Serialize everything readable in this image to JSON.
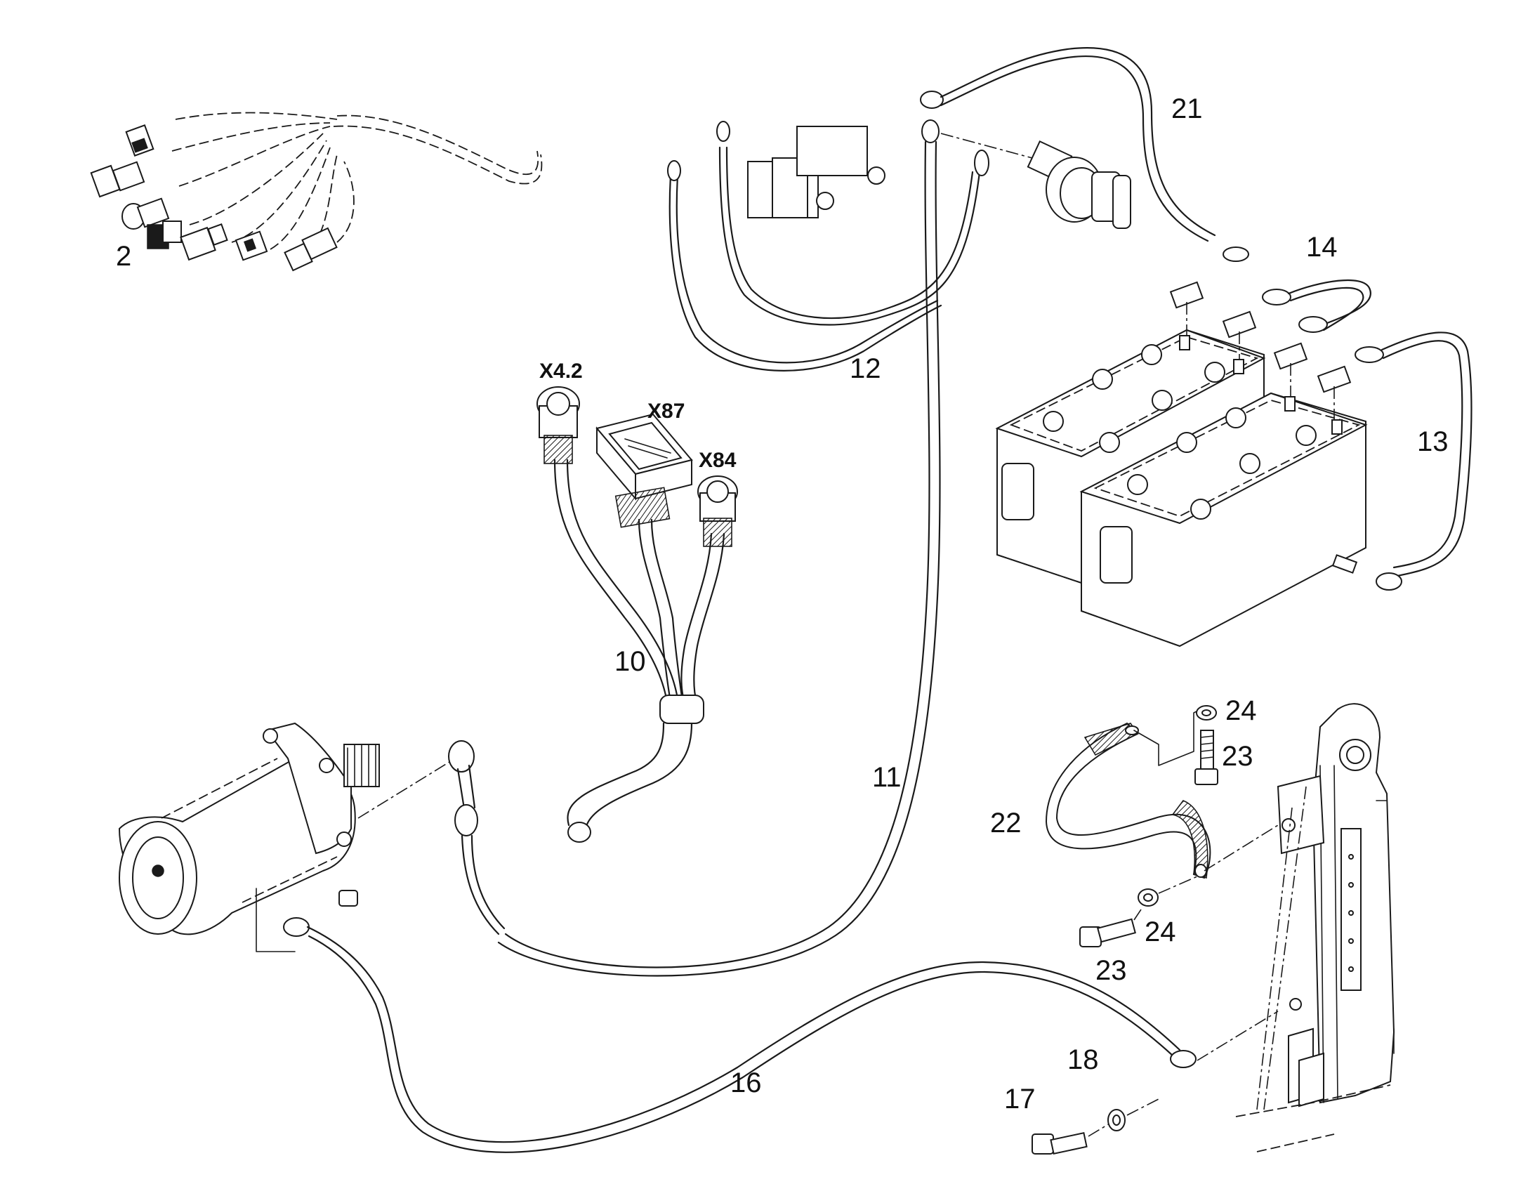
{
  "callouts": {
    "c2": "2",
    "c10": "10",
    "c11": "11",
    "c12": "12",
    "c13": "13",
    "c14": "14",
    "c16": "16",
    "c17": "17",
    "c18": "18",
    "c21": "21",
    "c22": "22",
    "c23a": "23",
    "c23b": "23",
    "c24a": "24",
    "c24b": "24"
  },
  "connectors": {
    "x42": "X4.2",
    "x87": "X87",
    "x84": "X84"
  }
}
